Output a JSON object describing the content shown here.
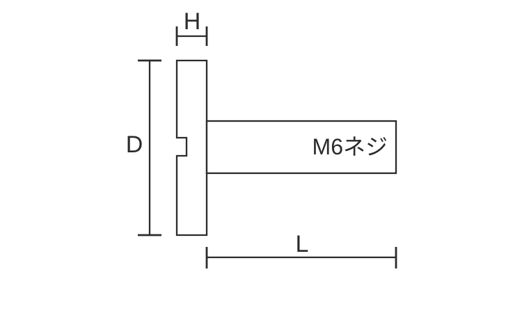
{
  "diagram": {
    "labels": {
      "head_height": "H",
      "head_diameter": "D",
      "shaft_length": "L",
      "thread_spec": "M6ネジ"
    },
    "colors": {
      "line": "#2b2b2b",
      "background": "#ffffff"
    }
  }
}
